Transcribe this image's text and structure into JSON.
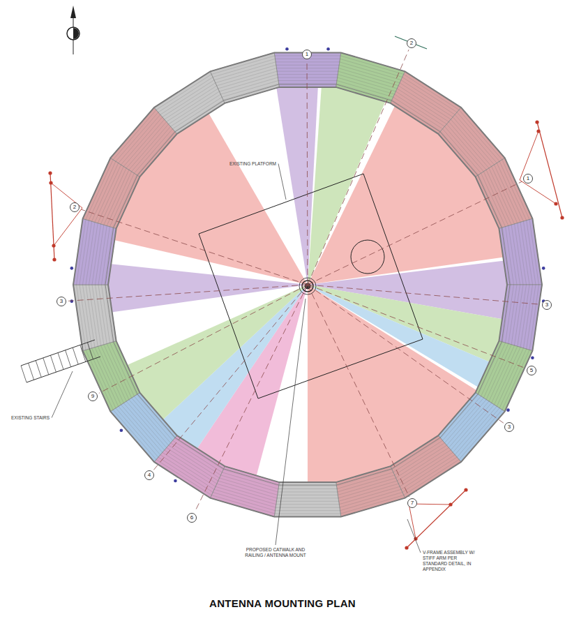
{
  "diagram": {
    "title": "ANTENNA MOUNTING PLAN",
    "labels": [
      "EXISTING PLATFORM",
      "EXISTING STAIRS",
      "PROPOSED CATWALK AND RAILING / ANTENNA MOUNT",
      "V-FRAME ASSEMBLY W/ STIFF ARM PER STANDARD DETAIL, IN APPENDIX",
      "1",
      "2",
      "1",
      "3",
      "5",
      "3",
      "7",
      "6",
      "4",
      "9",
      "3",
      "2"
    ]
  }
}
